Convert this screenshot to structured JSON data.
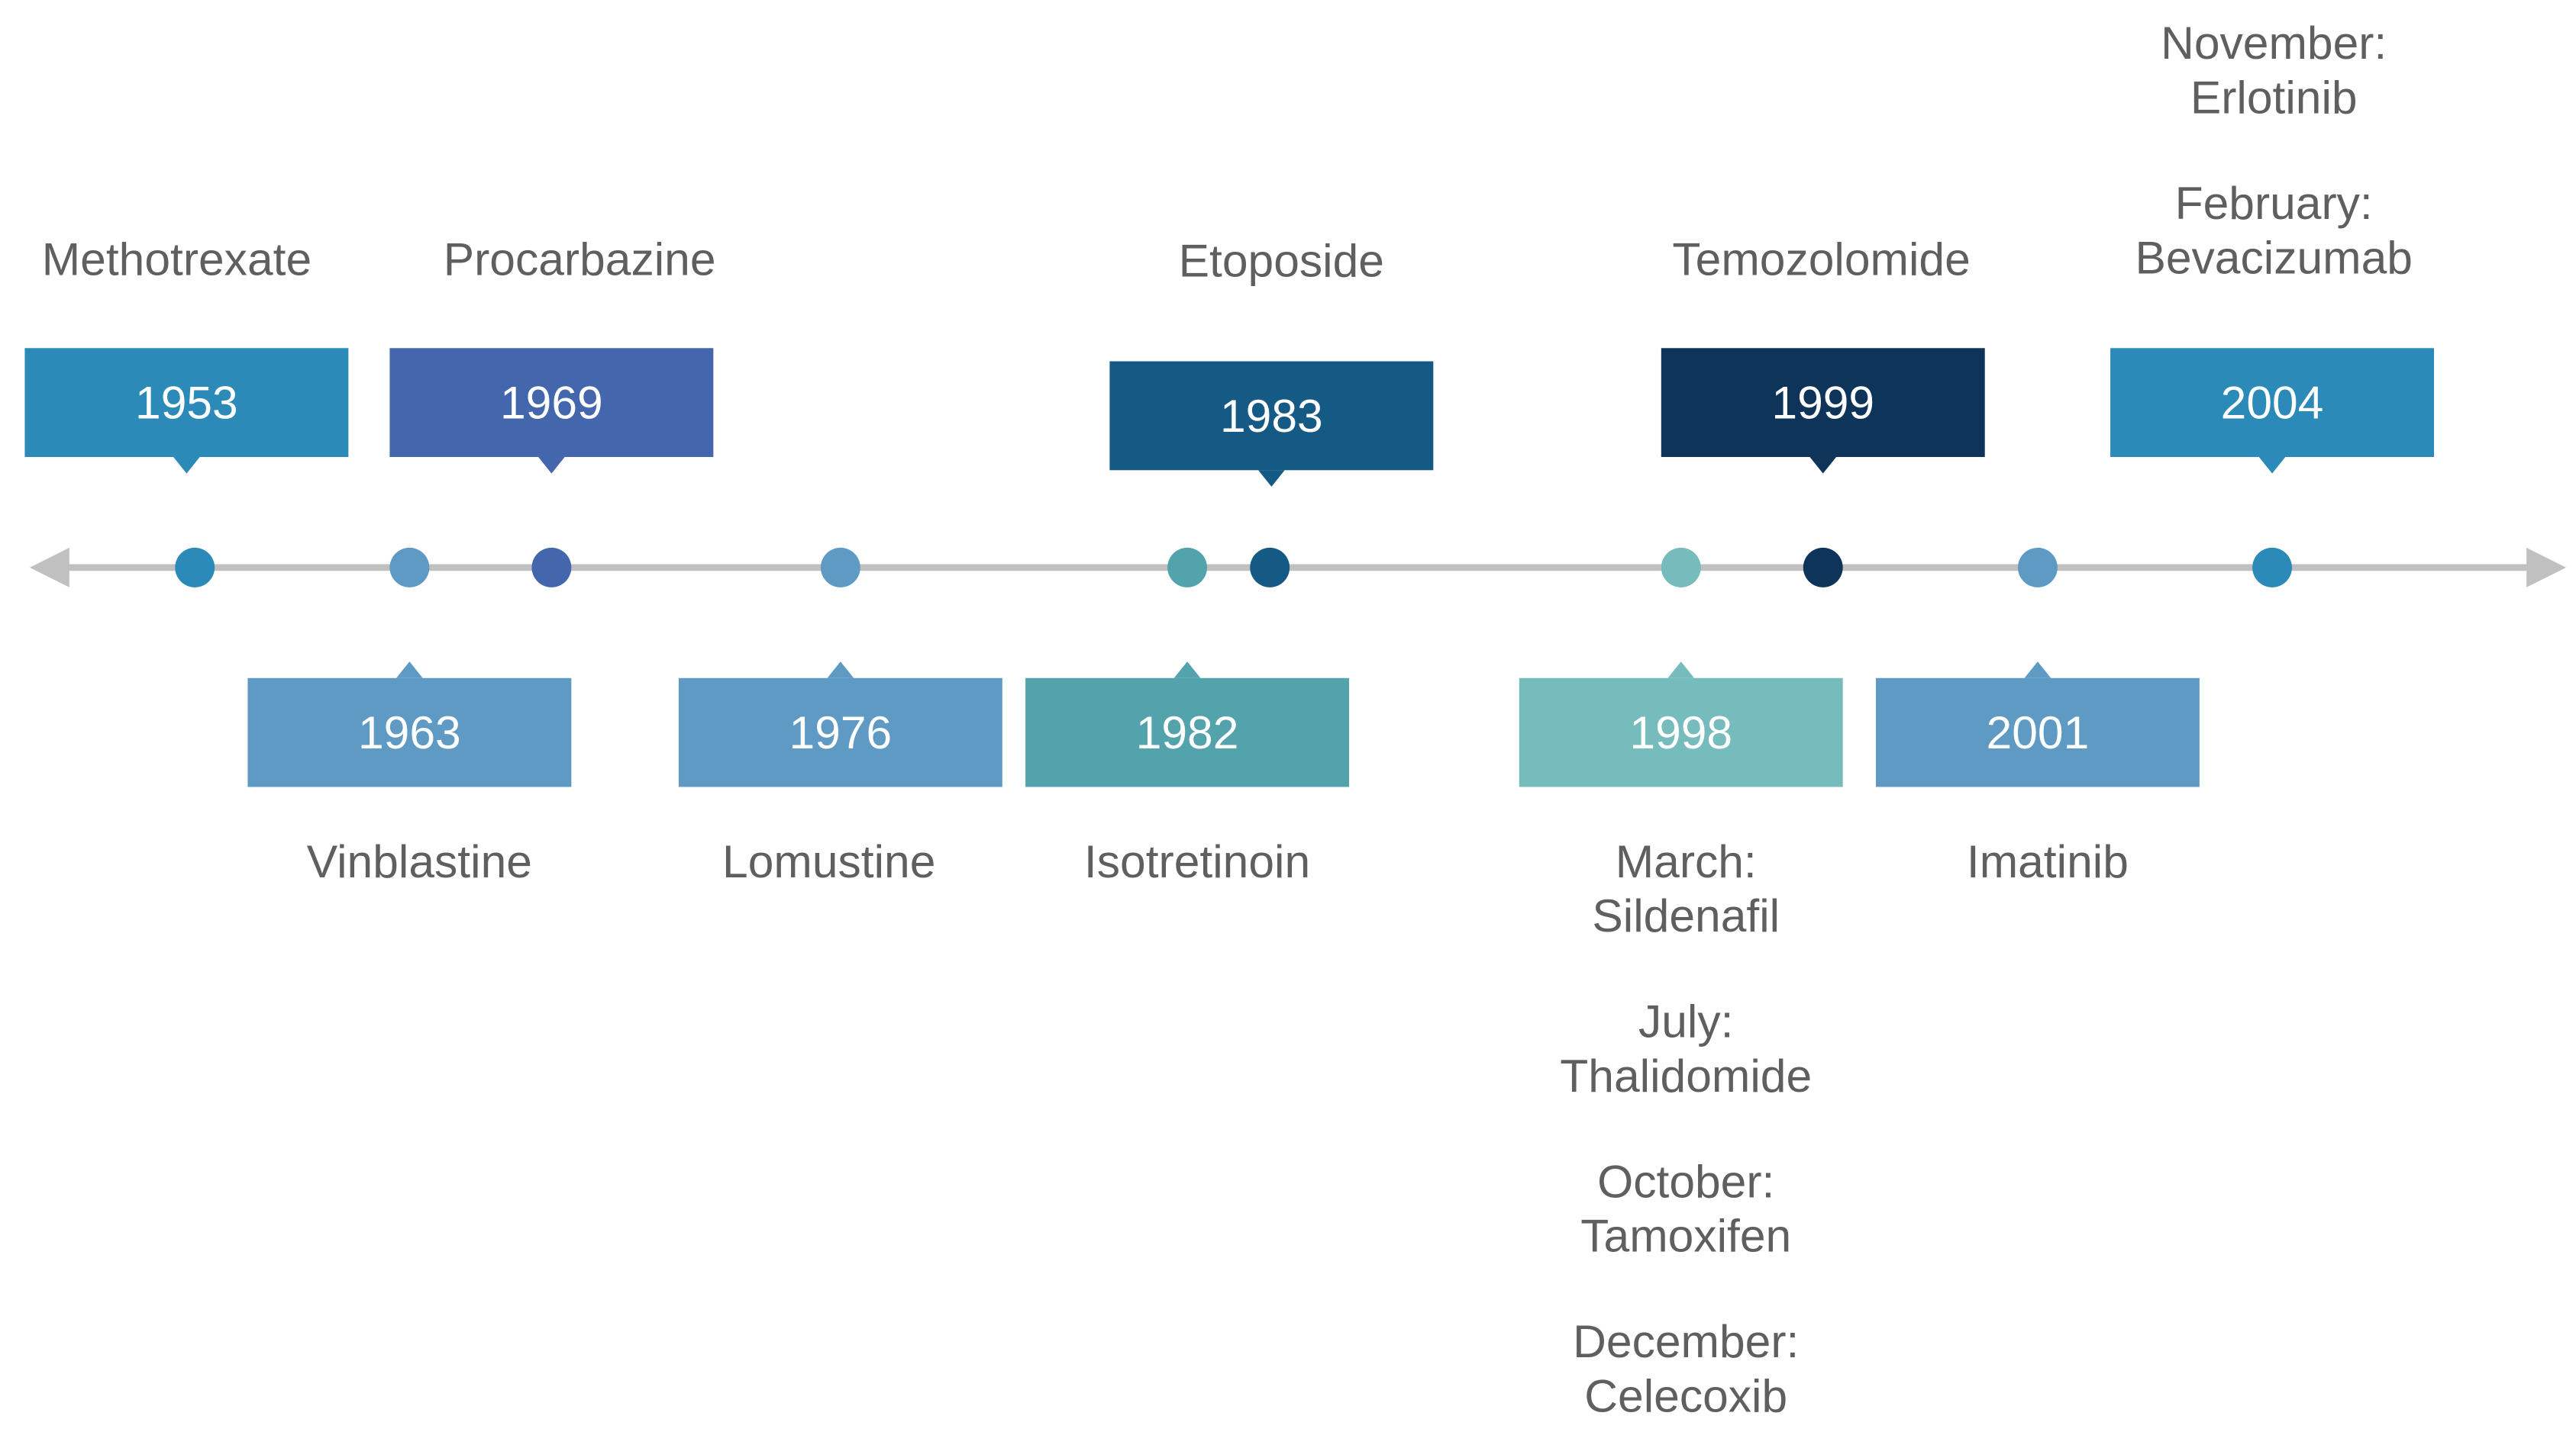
{
  "axis": {
    "line_color": "#c0c0c0"
  },
  "events": [
    {
      "year": "1953",
      "labels": [
        "Methotrexate"
      ],
      "color": "#2b8ab8",
      "dot_color": "#2b8ab8",
      "position": "above"
    },
    {
      "year": "1963",
      "labels": [
        "Vinblastine"
      ],
      "color": "#5e9ac4",
      "dot_color": "#5e9ac4",
      "position": "below"
    },
    {
      "year": "1969",
      "labels": [
        "Procarbazine"
      ],
      "color": "#4466ac",
      "dot_color": "#4466ac",
      "position": "above"
    },
    {
      "year": "1976",
      "labels": [
        "Lomustine"
      ],
      "color": "#5e9ac4",
      "dot_color": "#5e9ac4",
      "position": "below"
    },
    {
      "year": "1982",
      "labels": [
        "Isotretinoin"
      ],
      "color": "#52a3ab",
      "dot_color": "#52a3ab",
      "position": "below"
    },
    {
      "year": "1983",
      "labels": [
        "Etoposide"
      ],
      "color": "#155a84",
      "dot_color": "#155a84",
      "position": "above"
    },
    {
      "year": "1998",
      "labels": [
        "March:",
        "Sildenafil",
        "",
        "July:",
        "Thalidomide",
        "",
        "October:",
        "Tamoxifen",
        "",
        "December:",
        "Celecoxib"
      ],
      "color": "#77bcbc",
      "dot_color": "#77bcbc",
      "position": "below"
    },
    {
      "year": "1999",
      "labels": [
        "Temozolomide"
      ],
      "color": "#0f3459",
      "dot_color": "#0f3459",
      "position": "above"
    },
    {
      "year": "2001",
      "labels": [
        "Imatinib"
      ],
      "color": "#5e9ac4",
      "dot_color": "#5e9ac4",
      "position": "below"
    },
    {
      "year": "2004",
      "labels": [
        "November:",
        "Erlotinib",
        "",
        "February:",
        "Bevacizumab"
      ],
      "color": "#2b8ab8",
      "dot_color": "#2b8ab8",
      "position": "above"
    }
  ]
}
